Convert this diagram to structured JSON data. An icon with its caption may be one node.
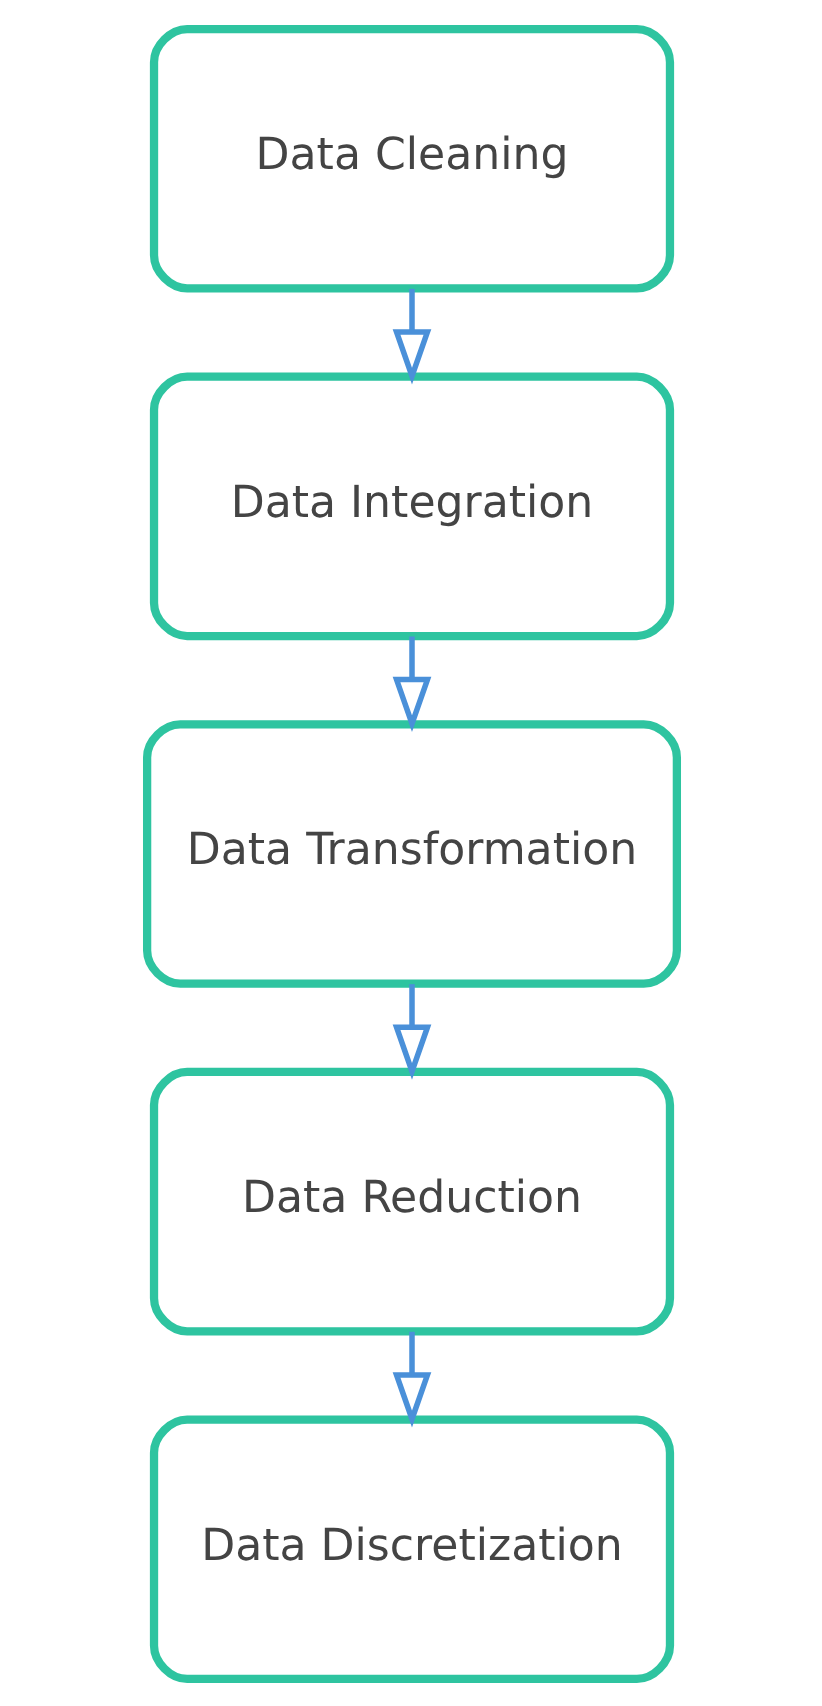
{
  "diagram": {
    "nodes": [
      {
        "text": [
          "Data Cleaning"
        ]
      },
      {
        "text": [
          "Data Integration"
        ]
      },
      {
        "text": [
          "Data Transformation"
        ]
      },
      {
        "text": [
          "Data Reduction"
        ]
      },
      {
        "text": [
          "Data Discretization"
        ]
      }
    ],
    "edges": [
      {
        "from": 0,
        "to": 1,
        "arrow": "to"
      },
      {
        "from": 1,
        "to": 2,
        "arrow": "to"
      },
      {
        "from": 2,
        "to": 3,
        "arrow": "to"
      },
      {
        "from": 3,
        "to": 4,
        "arrow": "to"
      }
    ]
  }
}
